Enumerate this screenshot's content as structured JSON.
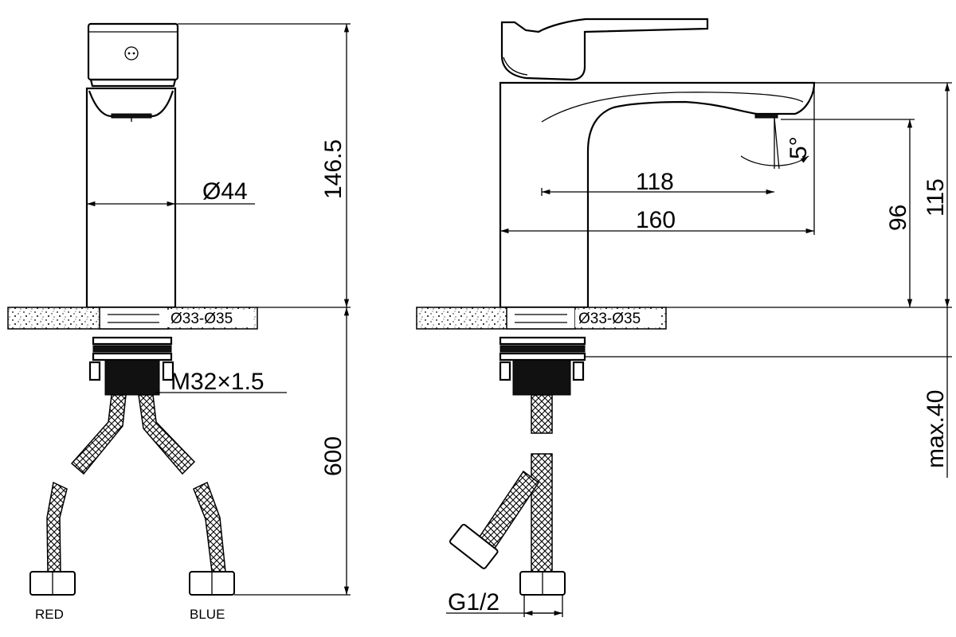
{
  "dimensions": {
    "height_total": "146.5",
    "diameter_body": "Ø44",
    "hole_range_front": "Ø33-Ø35",
    "hole_range_side": "Ø33-Ø35",
    "thread": "M32×1.5",
    "hose_length": "600",
    "spout_reach": "118",
    "total_depth": "160",
    "spout_height": "96",
    "total_height": "115",
    "angle": "5°",
    "max_thickness": "max.40",
    "connector": "G1/2"
  },
  "labels": {
    "hose_red": "RED",
    "hose_blue": "BLUE"
  }
}
